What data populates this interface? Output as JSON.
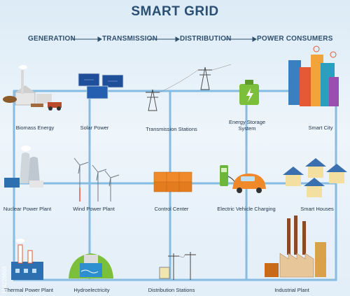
{
  "title": "SMART GRID",
  "flow": {
    "stages": [
      "GENERATION",
      "TRANSMISSION",
      "DISTRIBUTION",
      "POWER CONSUMERS"
    ]
  },
  "nodes": {
    "biomass": "Biomass Energy",
    "solar": "Solar Power",
    "transmission_stations": "Transmission Stations",
    "energy_storage": "Energy Storage System",
    "smart_city": "Smart City",
    "nuclear": "Nuclear Power Plant",
    "wind": "Wind Power Plant",
    "control_center": "Control Center",
    "ev_charging": "Electric Vehicle Charging",
    "smart_houses": "Smart Houses",
    "thermal": "Thermal Power Plant",
    "hydro": "Hydroelectricity",
    "distribution_stations": "Distribution Stations",
    "industrial": "Industrial Plant"
  },
  "watermark": "114228668",
  "colors": {
    "grid_line": "#7fb6dd",
    "title": "#2b4f73",
    "accent_orange": "#f0892a"
  }
}
